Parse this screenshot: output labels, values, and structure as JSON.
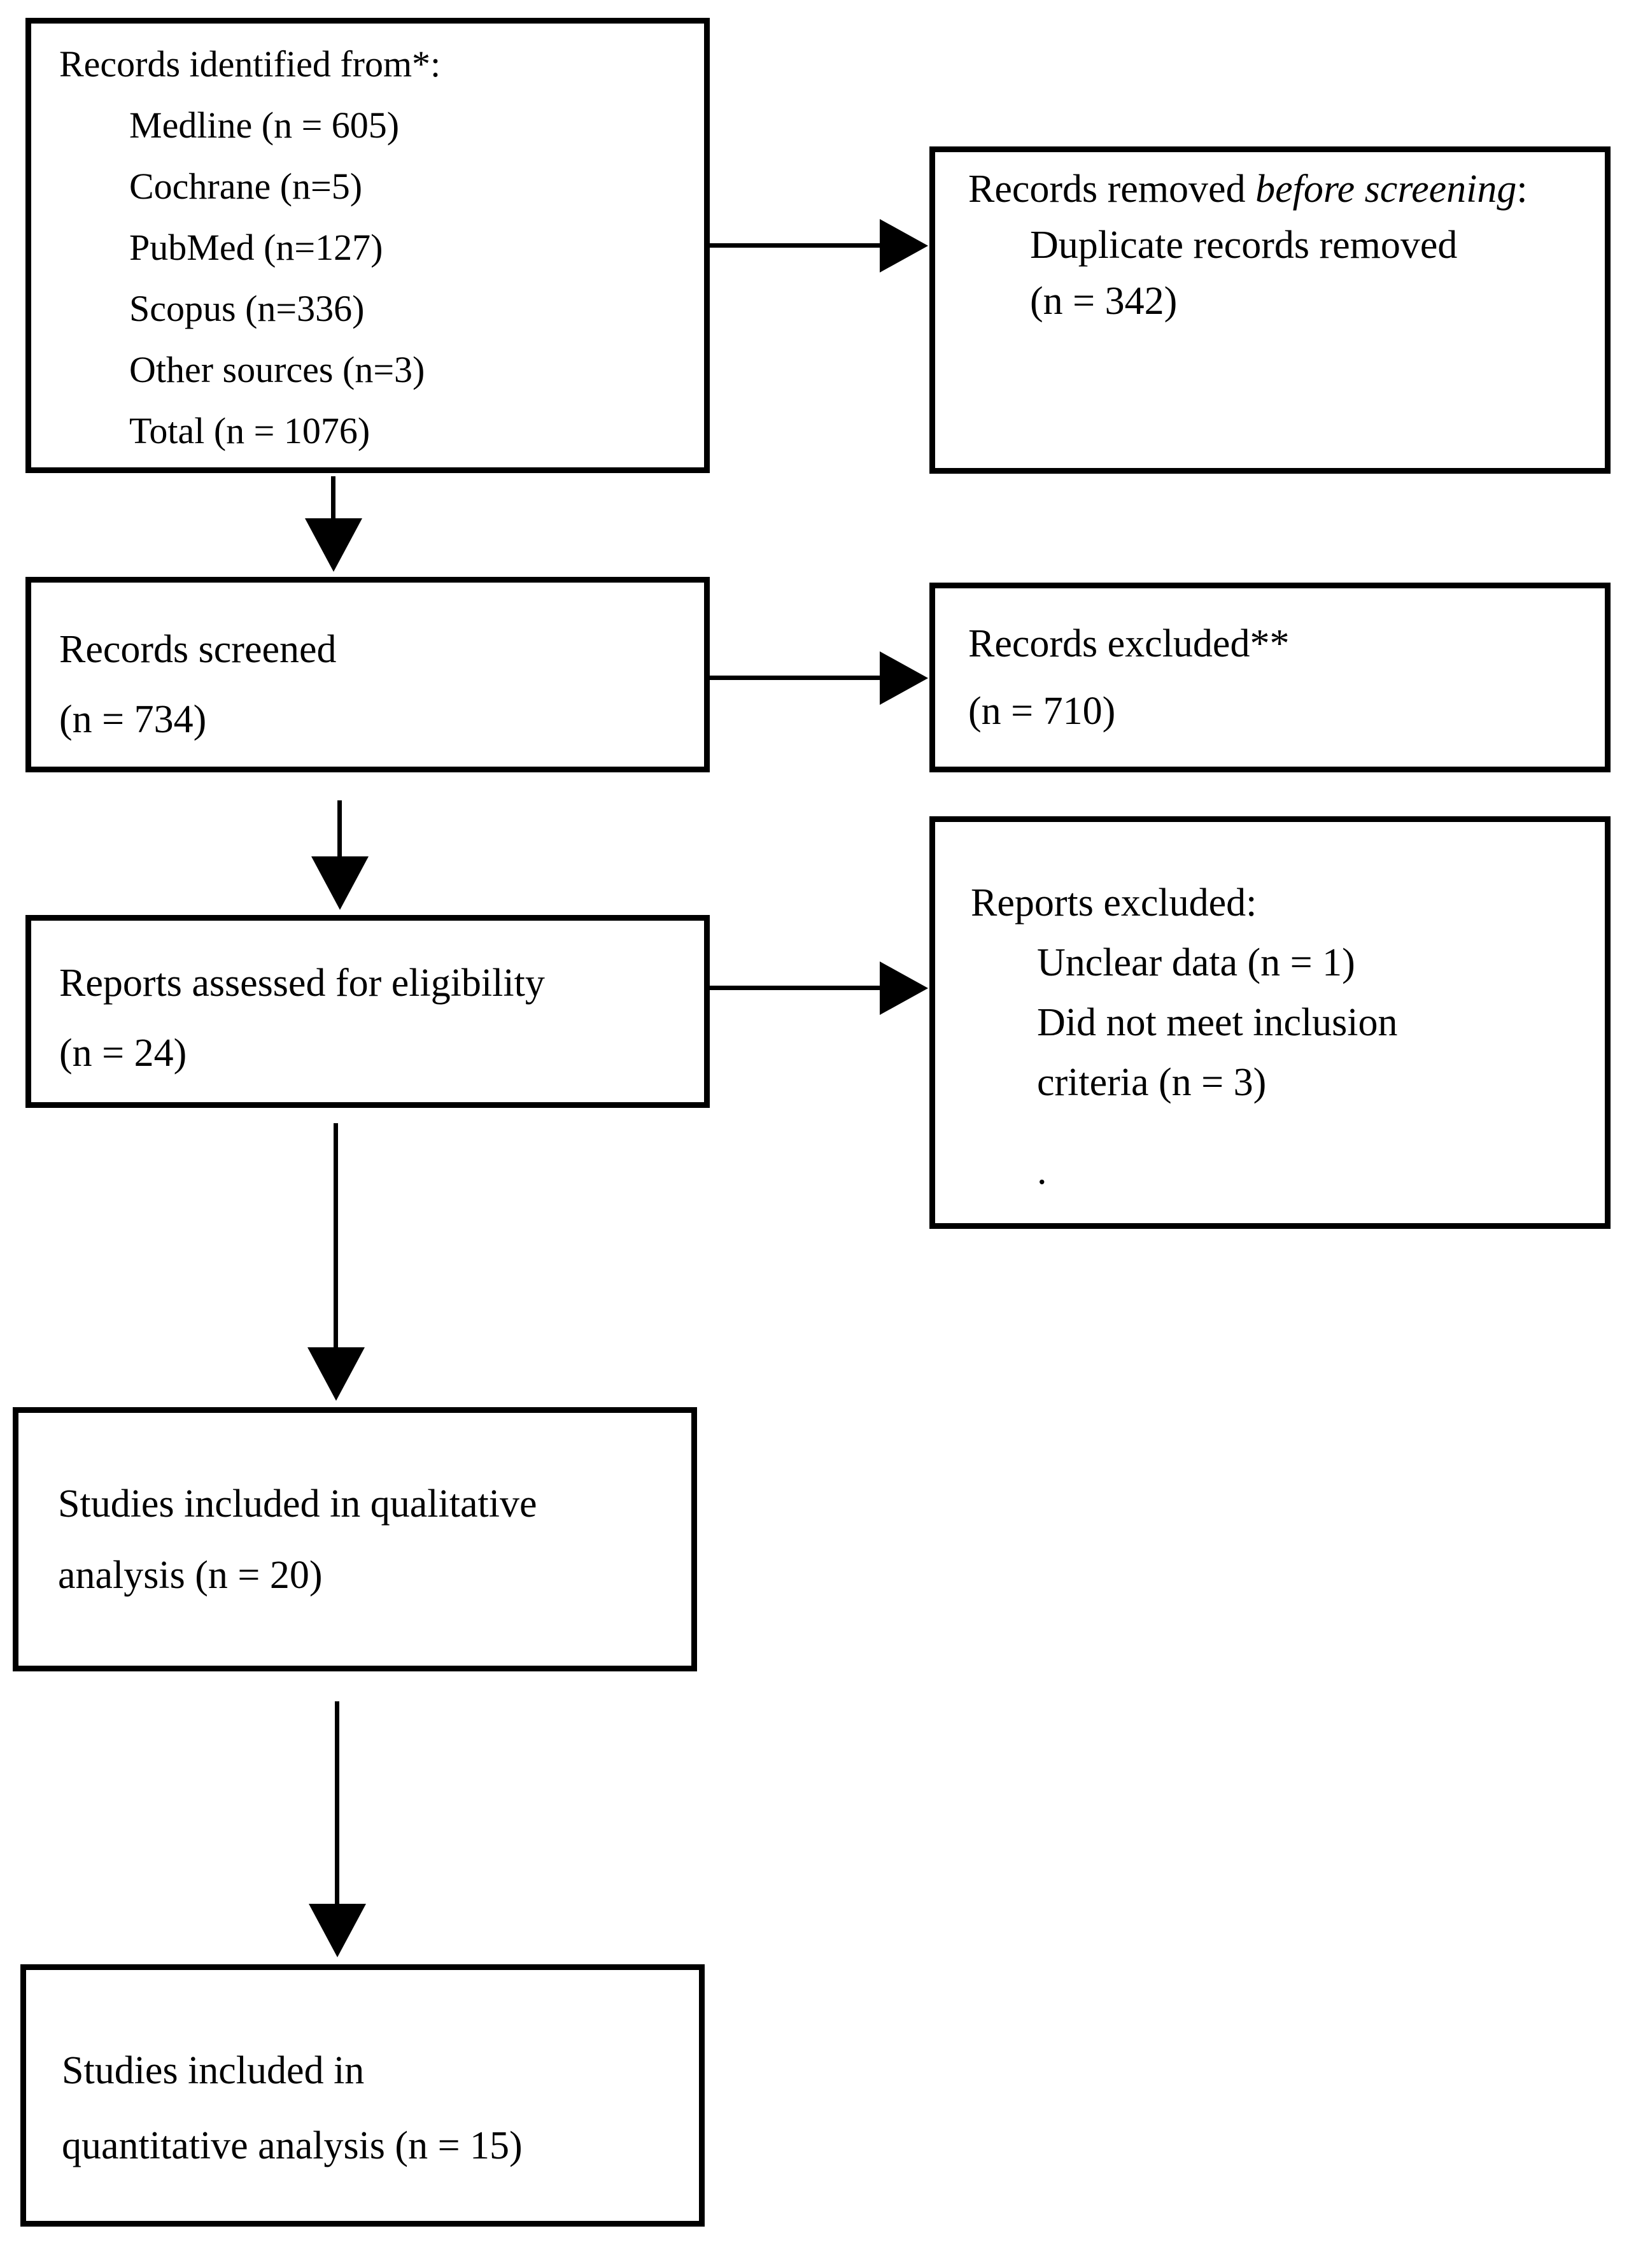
{
  "diagram": {
    "identification": {
      "title": "Records identified from*:",
      "items": [
        "Medline (n = 605)",
        "Cochrane (n=5)",
        "PubMed (n=127)",
        "Scopus (n=336)",
        "Other sources (n=3)",
        "Total (n = 1076)"
      ]
    },
    "removed": {
      "title_prefix": "Records removed ",
      "title_italic": "before screening",
      "title_suffix": ":",
      "items": [
        "Duplicate records removed",
        "(n = 342)"
      ]
    },
    "screened": {
      "lines": [
        "Records screened",
        "(n = 734)"
      ]
    },
    "excluded": {
      "lines": [
        "Records excluded**",
        "(n = 710)"
      ]
    },
    "eligibility": {
      "lines": [
        "Reports assessed for eligibility",
        "(n = 24)"
      ]
    },
    "reports_excluded": {
      "title": "Reports excluded:",
      "items": [
        "Unclear data (n = 1)",
        "Did not meet inclusion",
        "criteria (n = 3)",
        "."
      ]
    },
    "qualitative": {
      "lines": [
        "Studies included in qualitative",
        "analysis (n = 20)"
      ]
    },
    "quantitative": {
      "lines": [
        "Studies included in",
        "quantitative analysis (n = 15)"
      ]
    }
  },
  "colors": {
    "border": "#000000",
    "background": "#ffffff",
    "text": "#000000"
  }
}
